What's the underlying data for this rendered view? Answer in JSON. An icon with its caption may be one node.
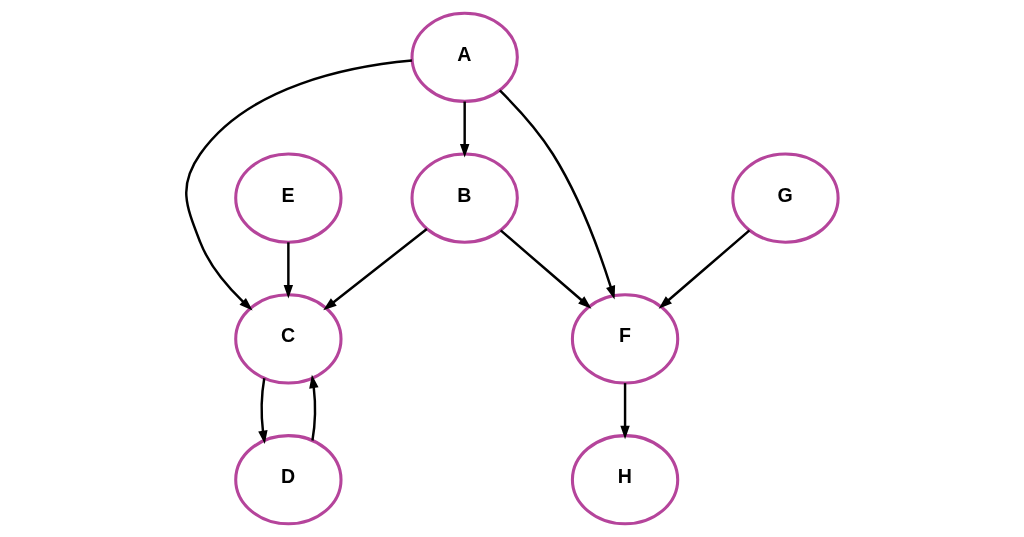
{
  "diagram": {
    "nodes": [
      {
        "text": [
          "A"
        ]
      },
      {
        "text": [
          "B"
        ]
      },
      {
        "text": [
          "C"
        ]
      },
      {
        "text": [
          "D"
        ]
      },
      {
        "text": [
          "E"
        ]
      },
      {
        "text": [
          "F"
        ]
      },
      {
        "text": [
          "G"
        ]
      },
      {
        "text": [
          "H"
        ]
      }
    ],
    "edges": [
      {
        "from": 0,
        "to": 2,
        "arrow": "to"
      },
      {
        "from": 0,
        "to": 1,
        "arrow": "to"
      },
      {
        "from": 0,
        "to": 5,
        "arrow": "to"
      },
      {
        "from": 6,
        "to": 5,
        "arrow": "to"
      },
      {
        "from": 2,
        "to": 3,
        "arrow": "to"
      },
      {
        "from": 3,
        "to": 2,
        "arrow": "to"
      },
      {
        "from": 1,
        "to": 2,
        "arrow": "to"
      },
      {
        "from": 1,
        "to": 5,
        "arrow": "to"
      },
      {
        "from": 5,
        "to": 7,
        "arrow": "to"
      },
      {
        "from": 4,
        "to": 2,
        "arrow": "to"
      }
    ]
  }
}
